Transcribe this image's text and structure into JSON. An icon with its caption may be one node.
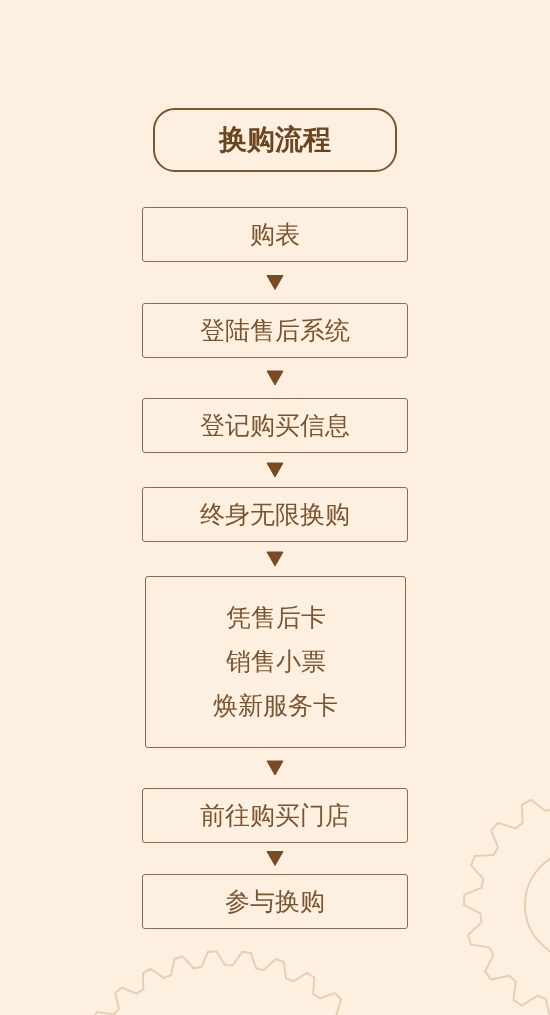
{
  "diagram": {
    "nodes": [
      {
        "text": [
          "换购流程"
        ]
      },
      {
        "text": [
          "购表"
        ]
      },
      {
        "text": [
          "登陆售后系统"
        ]
      },
      {
        "text": [
          "登记购买信息"
        ]
      },
      {
        "text": [
          "终身无限换购"
        ]
      },
      {
        "text": [
          "凭售后卡",
          "销售小票",
          "焕新服务卡"
        ]
      },
      {
        "text": [
          "前往购买门店"
        ]
      },
      {
        "text": [
          "参与换购"
        ]
      }
    ],
    "edges": [
      {
        "from": 1,
        "to": 2,
        "arrow": "to"
      },
      {
        "from": 2,
        "to": 3,
        "arrow": "to"
      },
      {
        "from": 3,
        "to": 4,
        "arrow": "to"
      },
      {
        "from": 4,
        "to": 5,
        "arrow": "to"
      },
      {
        "from": 5,
        "to": 6,
        "arrow": "to"
      },
      {
        "from": 6,
        "to": 7,
        "arrow": "to"
      }
    ]
  }
}
